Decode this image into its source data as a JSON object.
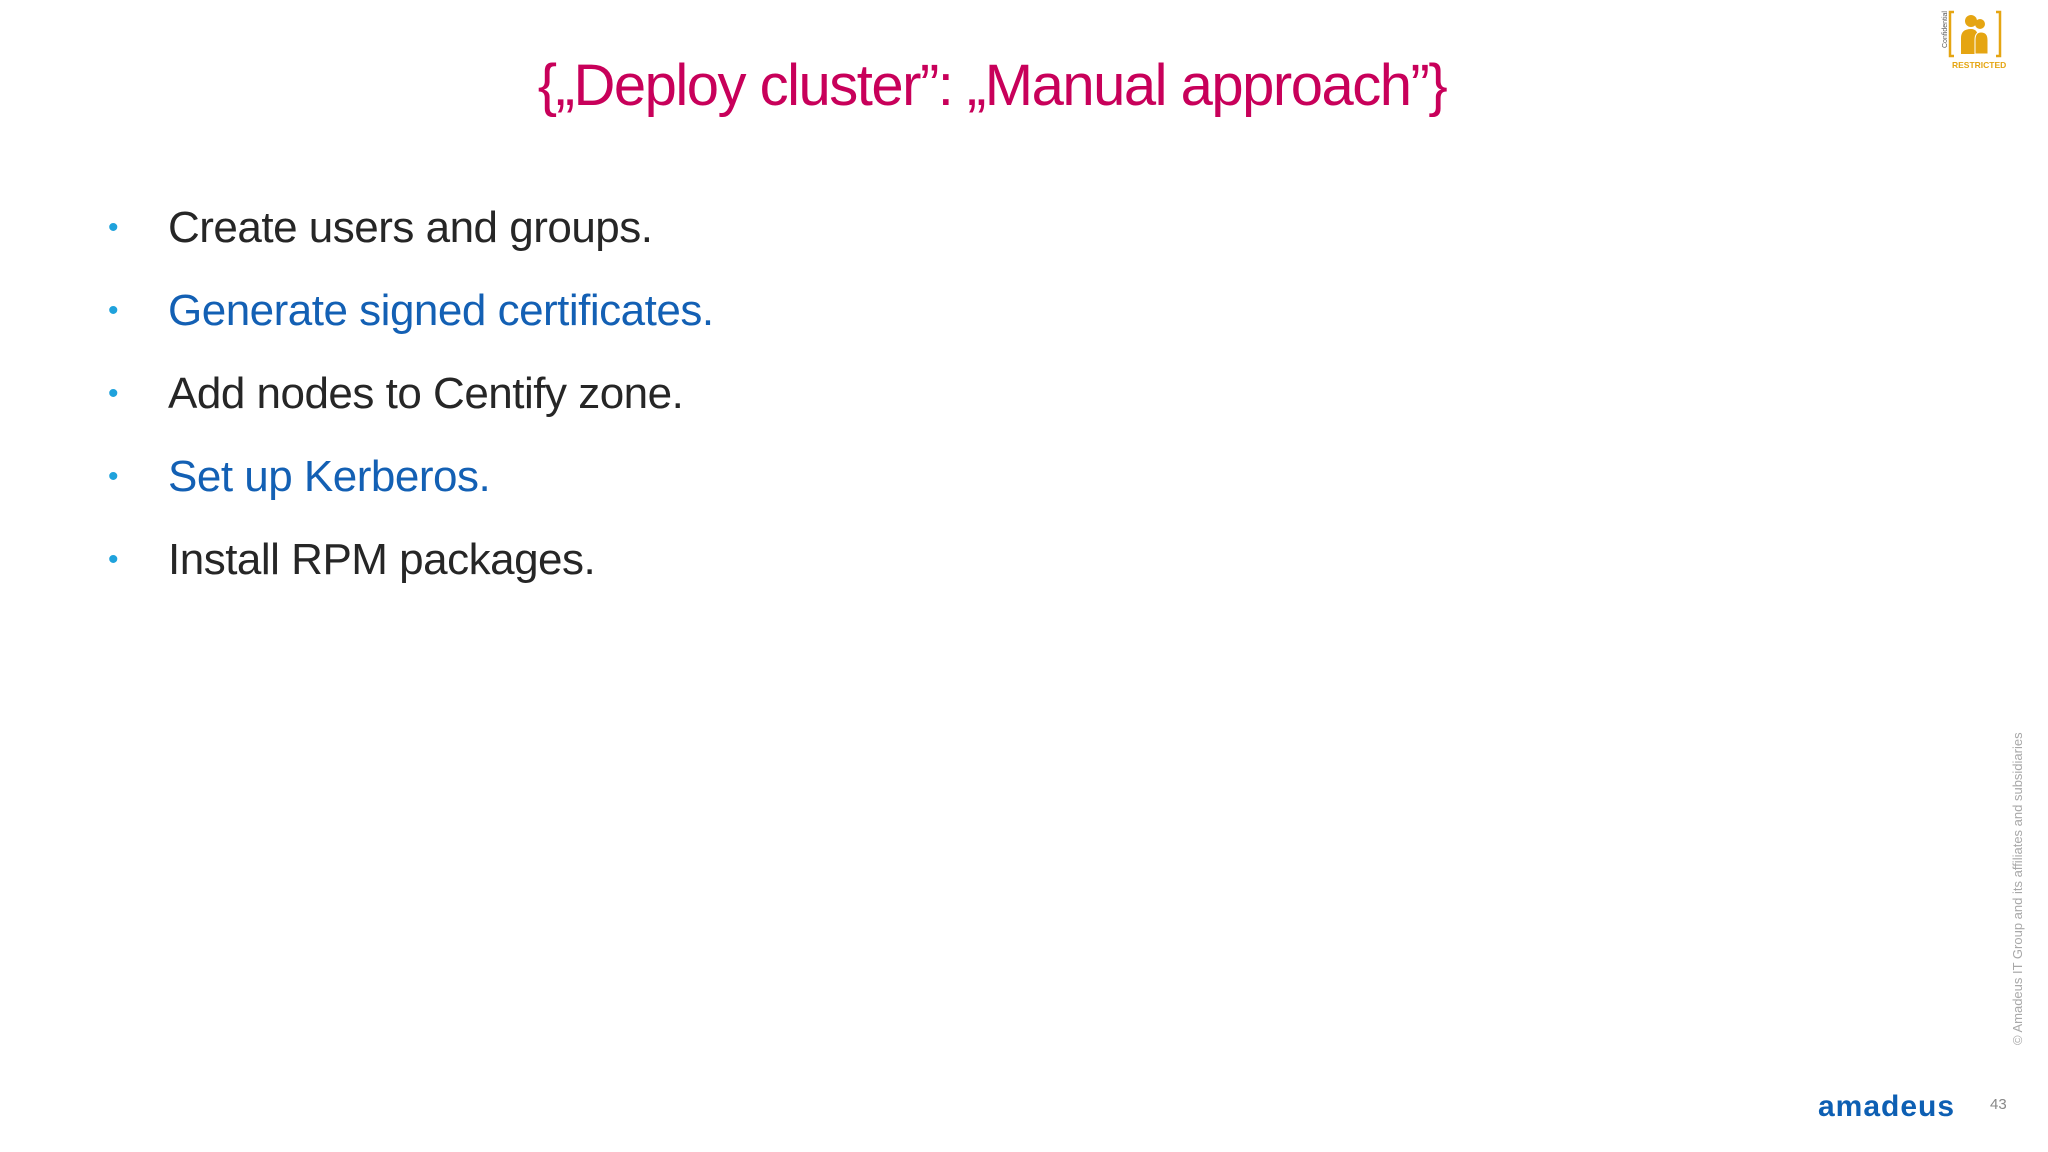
{
  "slide": {
    "title": "{„Deploy cluster”: „Manual approach”}",
    "title_color": "#c8005a",
    "bullet_color": "#1fa2dc",
    "bullets": [
      {
        "text": "Create users and groups.",
        "color": "#262626"
      },
      {
        "text": "Generate signed certificates.",
        "color": "#1360b4"
      },
      {
        "text": "Add nodes to Centify zone.",
        "color": "#262626"
      },
      {
        "text": "Set up Kerberos.",
        "color": "#1360b4"
      },
      {
        "text": "Install RPM packages.",
        "color": "#262626"
      }
    ]
  },
  "badge": {
    "side_text": "Confidential",
    "label": "RESTRICTED",
    "color": "#e5a512"
  },
  "footer": {
    "logo": "amadeus",
    "page_number": "43",
    "copyright": "© Amadeus IT Group and its affiliates and subsidiaries"
  }
}
